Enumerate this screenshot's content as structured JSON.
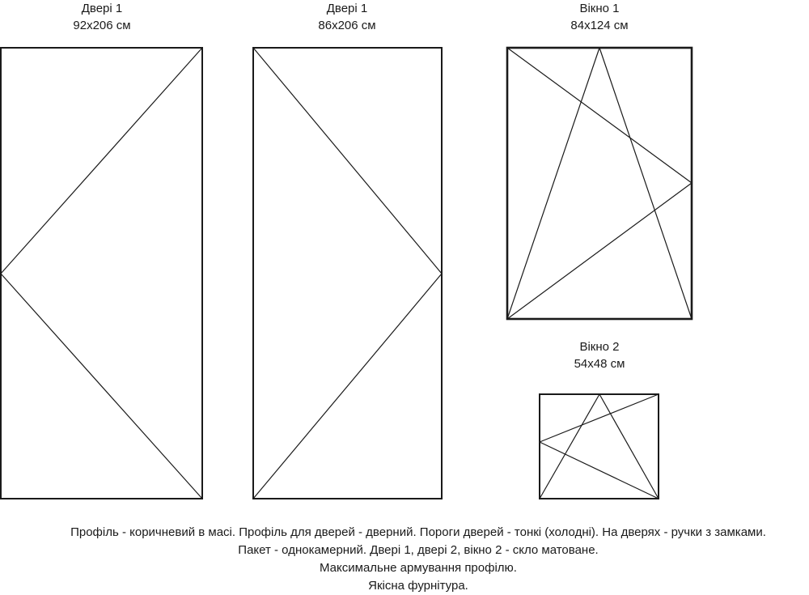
{
  "items": {
    "door1": {
      "name": "Двері 1",
      "size": "92x206 см"
    },
    "door2": {
      "name": "Двері 1",
      "size": "86x206 см"
    },
    "window1": {
      "name": "Вікно 1",
      "size": "84x124 см"
    },
    "window2": {
      "name": "Вікно 2",
      "size": "54x48 см"
    }
  },
  "notes": [
    "Профіль - коричневий в масі. Профіль для дверей - дверний. Пороги дверей - тонкі (холодні). На дверях - ручки з замками.",
    "Пакет - однокамерний. Двері 1, двері 2, вікно 2 - скло матоване.",
    "Максимальне армування профілю.",
    "Якісна фурнітура."
  ]
}
